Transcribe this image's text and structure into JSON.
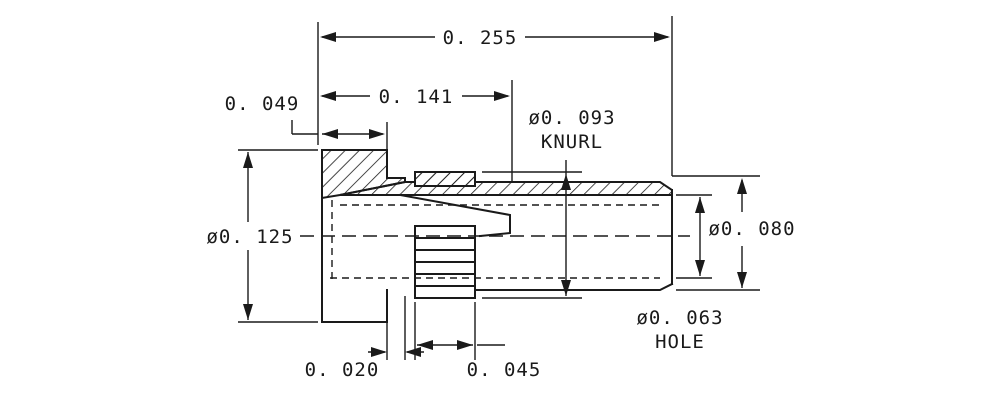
{
  "dimensions": {
    "overall_length": "0. 255",
    "length_to_knurl": "0. 141",
    "head_length": "0. 049",
    "knurl_diameter": "ø0. 093",
    "knurl_label": "KNURL",
    "head_diameter": "ø0. 125",
    "shank_diameter": "ø0. 080",
    "hole_diameter": "ø0. 063",
    "hole_label": "HOLE",
    "undercut_width": "0. 020",
    "knurl_width": "0. 045"
  }
}
